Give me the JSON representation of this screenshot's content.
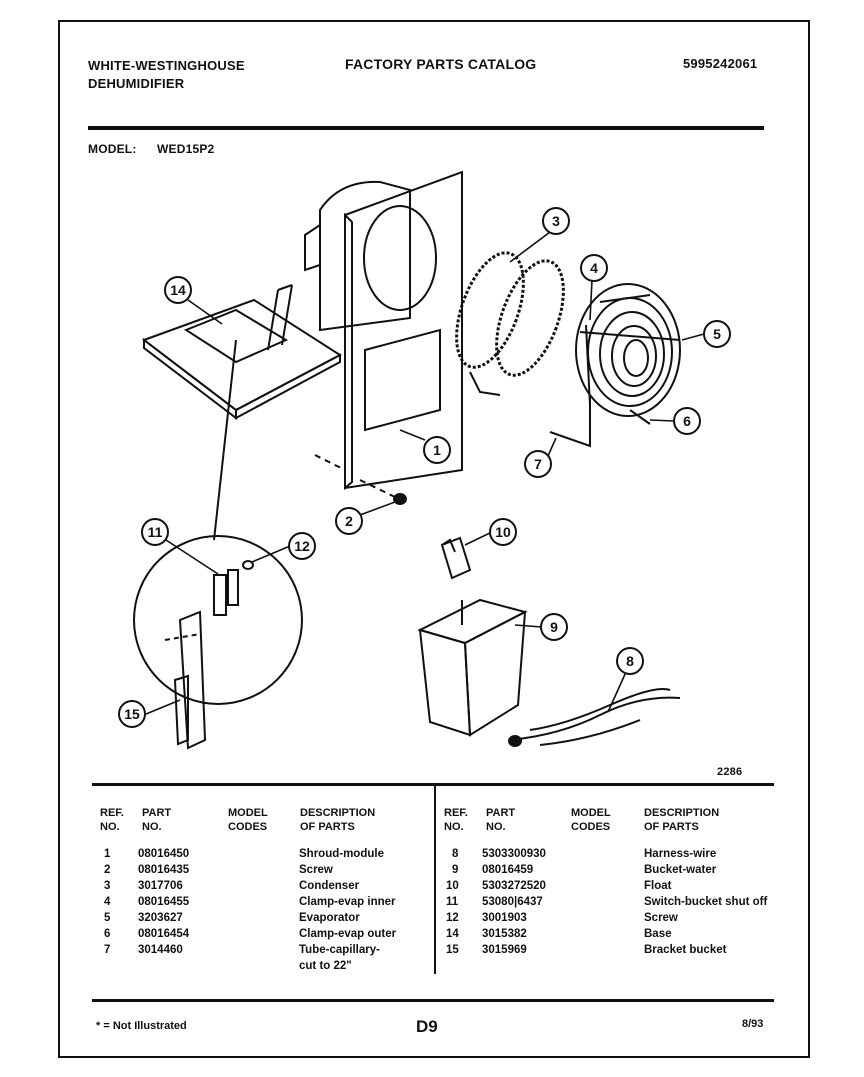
{
  "header": {
    "brand_line1": "WHITE-WESTINGHOUSE",
    "brand_line2": "DEHUMIDIFIER",
    "catalog_title": "FACTORY PARTS CATALOG",
    "catalog_number": "5995242061",
    "model_label": "MODEL:",
    "model_value": "WED15P2"
  },
  "diagram": {
    "code": "2286",
    "callouts": [
      "1",
      "2",
      "3",
      "4",
      "5",
      "6",
      "7",
      "8",
      "9",
      "10",
      "11",
      "12",
      "14",
      "15"
    ]
  },
  "table": {
    "headers": {
      "ref_no": [
        "REF.",
        "NO."
      ],
      "part_no": [
        "PART",
        "NO."
      ],
      "model_codes": [
        "MODEL",
        "CODES"
      ],
      "description": [
        "DESCRIPTION",
        "OF PARTS"
      ]
    },
    "left": [
      {
        "ref": "1",
        "part": "08016450",
        "desc": "Shroud-module"
      },
      {
        "ref": "2",
        "part": "08016435",
        "desc": "Screw"
      },
      {
        "ref": "3",
        "part": "3017706",
        "desc": "Condenser"
      },
      {
        "ref": "4",
        "part": "08016455",
        "desc": "Clamp-evap inner"
      },
      {
        "ref": "5",
        "part": "3203627",
        "desc": "Evaporator"
      },
      {
        "ref": "6",
        "part": "08016454",
        "desc": "Clamp-evap outer"
      },
      {
        "ref": "7",
        "part": "3014460",
        "desc": "Tube-capillary-",
        "desc2": "cut to 22\""
      }
    ],
    "right": [
      {
        "ref": "8",
        "part": "5303300930",
        "desc": "Harness-wire"
      },
      {
        "ref": "9",
        "part": "08016459",
        "desc": "Bucket-water"
      },
      {
        "ref": "10",
        "part": "5303272520",
        "desc": "Float"
      },
      {
        "ref": "11",
        "part": "53080|6437",
        "desc": "Switch-bucket shut off"
      },
      {
        "ref": "12",
        "part": "3001903",
        "desc": "Screw"
      },
      {
        "ref": "14",
        "part": "3015382",
        "desc": "Base"
      },
      {
        "ref": "15",
        "part": "3015969",
        "desc": "Bracket bucket"
      }
    ]
  },
  "footer": {
    "note": "* = Not Illustrated",
    "page": "D9",
    "date": "8/93"
  }
}
